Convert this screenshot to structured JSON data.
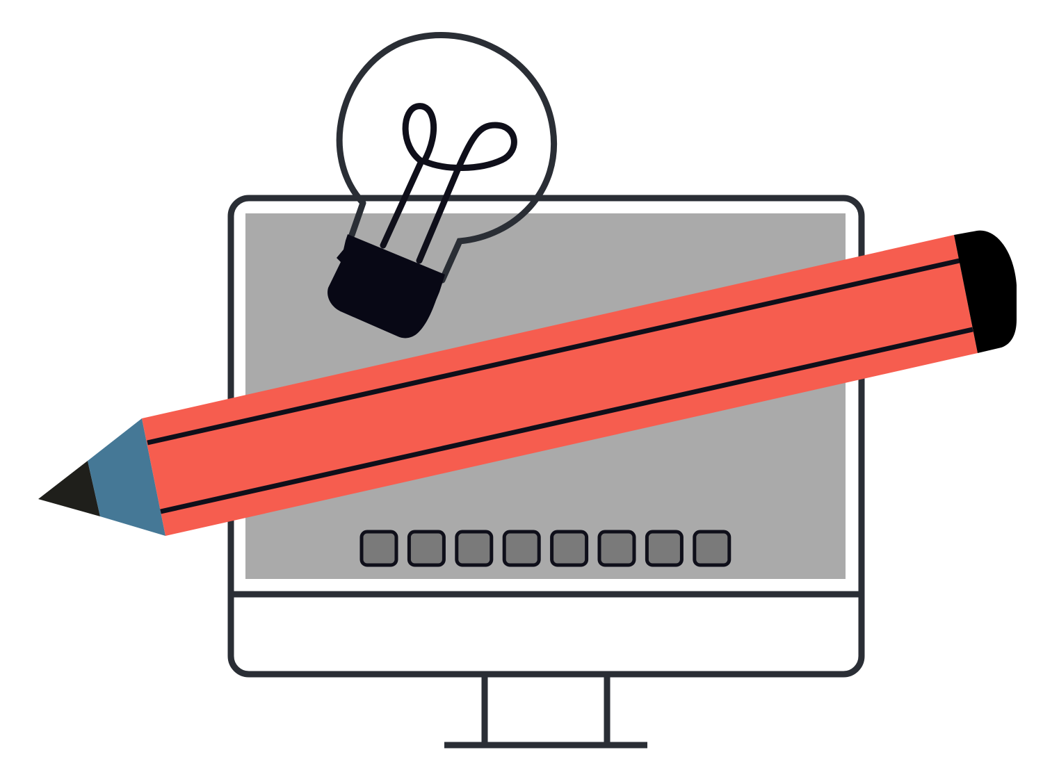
{
  "scene": {
    "title": "",
    "subjects": [
      "computer-monitor",
      "light-bulb",
      "pencil"
    ]
  },
  "colors": {
    "background": "#ffffff",
    "outline": "#2a2e35",
    "screen": "#aaaaaa",
    "taskbar_key": "#7a7a7a",
    "bulb_base": "#080815",
    "pencil_body": "#f65d4f",
    "pencil_stripe": "#0f0f1a",
    "pencil_eraser": "#000000",
    "pencil_wood": "#457896",
    "pencil_lead": "#1f1f1b"
  },
  "monitor": {
    "taskbar_key_count": 8
  },
  "icons": {
    "bulb": "light-bulb-icon",
    "pencil": "pencil-icon",
    "monitor": "monitor-icon"
  }
}
